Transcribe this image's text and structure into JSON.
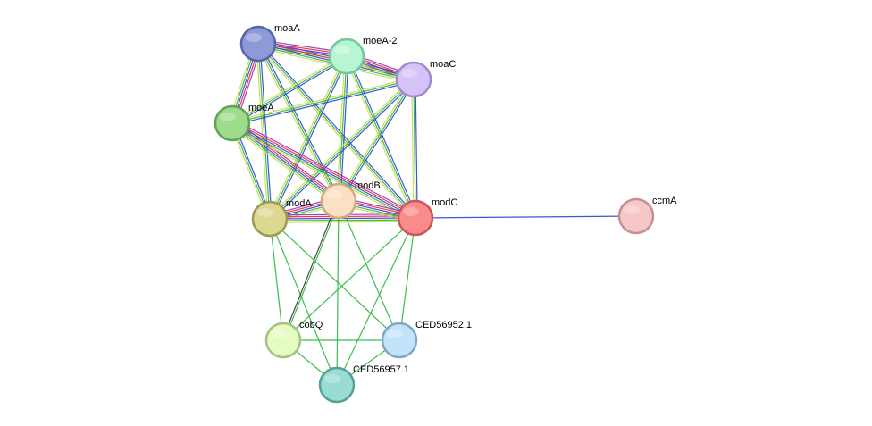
{
  "nodes": [
    {
      "id": "moaA",
      "label": "moaA",
      "color": "#8e9ad8",
      "stroke": "#5566a8"
    },
    {
      "id": "moeA-2",
      "label": "moeA-2",
      "color": "#b7f5d3",
      "stroke": "#74c79b"
    },
    {
      "id": "moaC",
      "label": "moaC",
      "color": "#d6c2f8",
      "stroke": "#a08ac9"
    },
    {
      "id": "moeA",
      "label": "moeA",
      "color": "#9cdc8c",
      "stroke": "#5fa551"
    },
    {
      "id": "modB",
      "label": "modB",
      "color": "#fce0c4",
      "stroke": "#d0a987"
    },
    {
      "id": "modA",
      "label": "modA",
      "color": "#dcd890",
      "stroke": "#9e9a54"
    },
    {
      "id": "modC",
      "label": "modC",
      "color": "#fb8b8b",
      "stroke": "#c95858"
    },
    {
      "id": "ccmA",
      "label": "ccmA",
      "color": "#f7c7c7",
      "stroke": "#c48f8f"
    },
    {
      "id": "cobQ",
      "label": "cobQ",
      "color": "#e6fbc2",
      "stroke": "#a4c17f"
    },
    {
      "id": "CED56952.1",
      "label": "CED56952.1",
      "color": "#c2e3fa",
      "stroke": "#7ba8c9"
    },
    {
      "id": "CED56957.1",
      "label": "CED56957.1",
      "color": "#98dcd4",
      "stroke": "#56a197"
    }
  ],
  "edges": [
    {
      "from": "moaA",
      "to": "moeA-2",
      "evidence": [
        "purple",
        "red",
        "blue",
        "green",
        "yellow"
      ]
    },
    {
      "from": "moaA",
      "to": "moaC",
      "evidence": [
        "purple",
        "red",
        "blue",
        "green",
        "yellow"
      ]
    },
    {
      "from": "moaA",
      "to": "moeA",
      "evidence": [
        "purple",
        "red",
        "blue",
        "green",
        "yellow"
      ]
    },
    {
      "from": "moaA",
      "to": "modA",
      "evidence": [
        "blue",
        "green",
        "yellow"
      ]
    },
    {
      "from": "moaA",
      "to": "modB",
      "evidence": [
        "blue",
        "green",
        "yellow"
      ]
    },
    {
      "from": "moaA",
      "to": "modC",
      "evidence": [
        "blue",
        "green",
        "yellow"
      ]
    },
    {
      "from": "moeA-2",
      "to": "moaC",
      "evidence": [
        "purple",
        "red",
        "blue",
        "green",
        "yellow"
      ]
    },
    {
      "from": "moeA-2",
      "to": "moeA",
      "evidence": [
        "blue",
        "green",
        "yellow"
      ]
    },
    {
      "from": "moeA-2",
      "to": "modA",
      "evidence": [
        "blue",
        "green",
        "yellow"
      ]
    },
    {
      "from": "moeA-2",
      "to": "modB",
      "evidence": [
        "blue",
        "green",
        "yellow"
      ]
    },
    {
      "from": "moeA-2",
      "to": "modC",
      "evidence": [
        "blue",
        "green",
        "yellow"
      ]
    },
    {
      "from": "moaC",
      "to": "moeA",
      "evidence": [
        "blue",
        "green",
        "yellow"
      ]
    },
    {
      "from": "moaC",
      "to": "modA",
      "evidence": [
        "blue",
        "green",
        "yellow"
      ]
    },
    {
      "from": "moaC",
      "to": "modB",
      "evidence": [
        "blue",
        "green",
        "yellow"
      ]
    },
    {
      "from": "moaC",
      "to": "modC",
      "evidence": [
        "blue",
        "green",
        "yellow"
      ]
    },
    {
      "from": "moeA",
      "to": "modA",
      "evidence": [
        "blue",
        "green",
        "yellow"
      ]
    },
    {
      "from": "moeA",
      "to": "modB",
      "evidence": [
        "purple",
        "red",
        "blue",
        "green",
        "yellow"
      ]
    },
    {
      "from": "moeA",
      "to": "modC",
      "evidence": [
        "purple",
        "red",
        "blue",
        "green",
        "yellow"
      ]
    },
    {
      "from": "modA",
      "to": "modB",
      "evidence": [
        "purple",
        "red",
        "blue",
        "green",
        "yellow"
      ]
    },
    {
      "from": "modA",
      "to": "modC",
      "evidence": [
        "purple",
        "red",
        "blue",
        "green",
        "yellow"
      ]
    },
    {
      "from": "modB",
      "to": "modC",
      "evidence": [
        "purple",
        "red",
        "blue",
        "green",
        "yellow"
      ]
    },
    {
      "from": "modC",
      "to": "ccmA",
      "evidence": [
        "blue"
      ]
    },
    {
      "from": "modA",
      "to": "cobQ",
      "evidence": [
        "green"
      ]
    },
    {
      "from": "modA",
      "to": "CED56952.1",
      "evidence": [
        "green"
      ]
    },
    {
      "from": "modA",
      "to": "CED56957.1",
      "evidence": [
        "green"
      ]
    },
    {
      "from": "modB",
      "to": "cobQ",
      "evidence": [
        "green",
        "black"
      ]
    },
    {
      "from": "modB",
      "to": "CED56952.1",
      "evidence": [
        "green"
      ]
    },
    {
      "from": "modB",
      "to": "CED56957.1",
      "evidence": [
        "green"
      ]
    },
    {
      "from": "modC",
      "to": "cobQ",
      "evidence": [
        "green"
      ]
    },
    {
      "from": "modC",
      "to": "CED56952.1",
      "evidence": [
        "green"
      ]
    },
    {
      "from": "modC",
      "to": "CED56957.1",
      "evidence": [
        "green"
      ]
    },
    {
      "from": "cobQ",
      "to": "CED56952.1",
      "evidence": [
        "green"
      ]
    },
    {
      "from": "cobQ",
      "to": "CED56957.1",
      "evidence": [
        "green"
      ]
    },
    {
      "from": "CED56952.1",
      "to": "CED56957.1",
      "evidence": [
        "green"
      ]
    }
  ],
  "evidence_colors": {
    "purple": "#9b2ab8",
    "red": "#e8262d",
    "blue": "#2a3fd8",
    "green": "#27b83a",
    "yellow": "#c9d94c",
    "black": "#333333"
  }
}
